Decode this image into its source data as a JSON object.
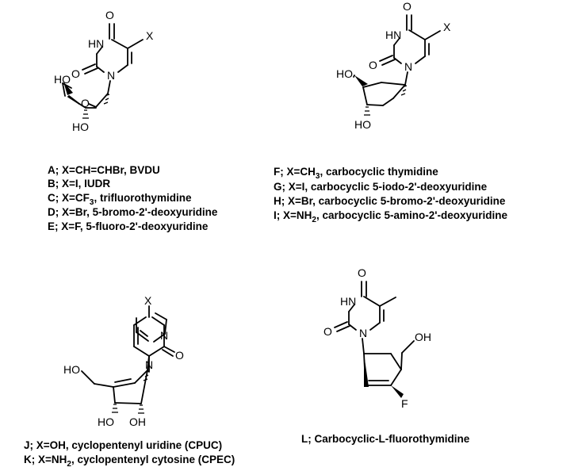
{
  "structures": [
    {
      "id": "deoxyribose-nucleosides",
      "atoms": {
        "o_top": "O",
        "hn": "HN",
        "o_left": "O",
        "n1": "N",
        "x": "X",
        "ho_top": "HO",
        "o_ring": "O",
        "ho_bottom": "HO"
      },
      "captions": [
        "A; X=CH=CHBr, BVDU",
        "B; X=I, IUDR",
        [
          "C; X=CF",
          "3",
          ", trifluorothymidine"
        ],
        "D; X=Br, 5-bromo-2'-deoxyuridine",
        "E; X=F, 5-fluoro-2'-deoxyuridine"
      ]
    },
    {
      "id": "carbocyclic-nucleosides",
      "atoms": {
        "o_top": "O",
        "hn": "HN",
        "o_left": "O",
        "n1": "N",
        "x": "X",
        "ho_top": "HO",
        "ho_bottom": "HO"
      },
      "captions": [
        [
          "F; X=CH",
          "3",
          ", carbocyclic thymidine"
        ],
        "G; X=I, carbocyclic 5-iodo-2'-deoxyuridine",
        "H; X=Br, carbocyclic 5-bromo-2'-deoxyuridine",
        [
          "I; X=NH",
          "2",
          ", carbocyclic 5-amino-2'-deoxyuridine"
        ]
      ]
    },
    {
      "id": "cyclopentenyl-nucleosides",
      "atoms": {
        "x": "X",
        "n3": "N",
        "o2": "O",
        "n1": "N",
        "ho_left": "HO",
        "ho_b1": "HO",
        "oh_b2": "OH"
      },
      "captions": [
        "J; X=OH, cyclopentenyl uridine (CPUC)",
        [
          "K; X=NH",
          "2",
          ", cyclopentenyl cytosine (CPEC)"
        ]
      ]
    },
    {
      "id": "fluorothymidine",
      "atoms": {
        "o_top": "O",
        "hn": "HN",
        "o_left": "O",
        "n1": "N",
        "oh": "OH",
        "f": "F"
      },
      "captions": [
        "L; Carbocyclic-L-fluorothymidine"
      ]
    }
  ]
}
